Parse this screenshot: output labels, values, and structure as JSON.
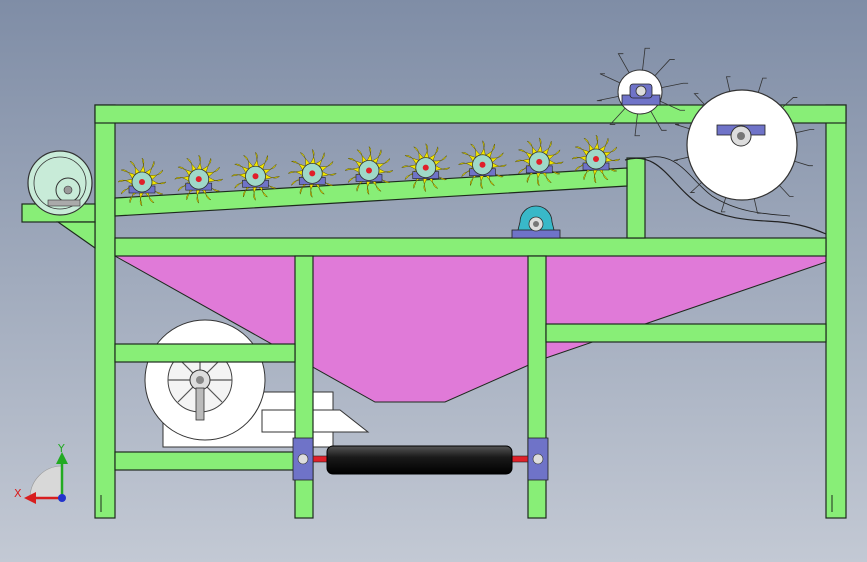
{
  "view": {
    "background_top": "#7f8da6",
    "background_bottom": "#c3c9d4"
  },
  "colors": {
    "frame": "#88ee77",
    "frame_stroke": "#1e2a1e",
    "hopper": "#e07ad8",
    "blade": "#f2e600",
    "rotor_hub": "#9fd8c8",
    "bearing_housing": "#6f73c8",
    "bearing_seat": "#39b8c8",
    "roller": "#1c1c1c",
    "shaft": "#e0202a",
    "disc": "#ffffff",
    "gear": "#c8ebd8"
  },
  "icons": {
    "axis_triad": "xyz-orientation-triad-icon"
  },
  "triad": {
    "y_label": "Y",
    "x_label": "X"
  },
  "machine": {
    "rotor_count": 9,
    "blades_per_rotor": 12
  }
}
